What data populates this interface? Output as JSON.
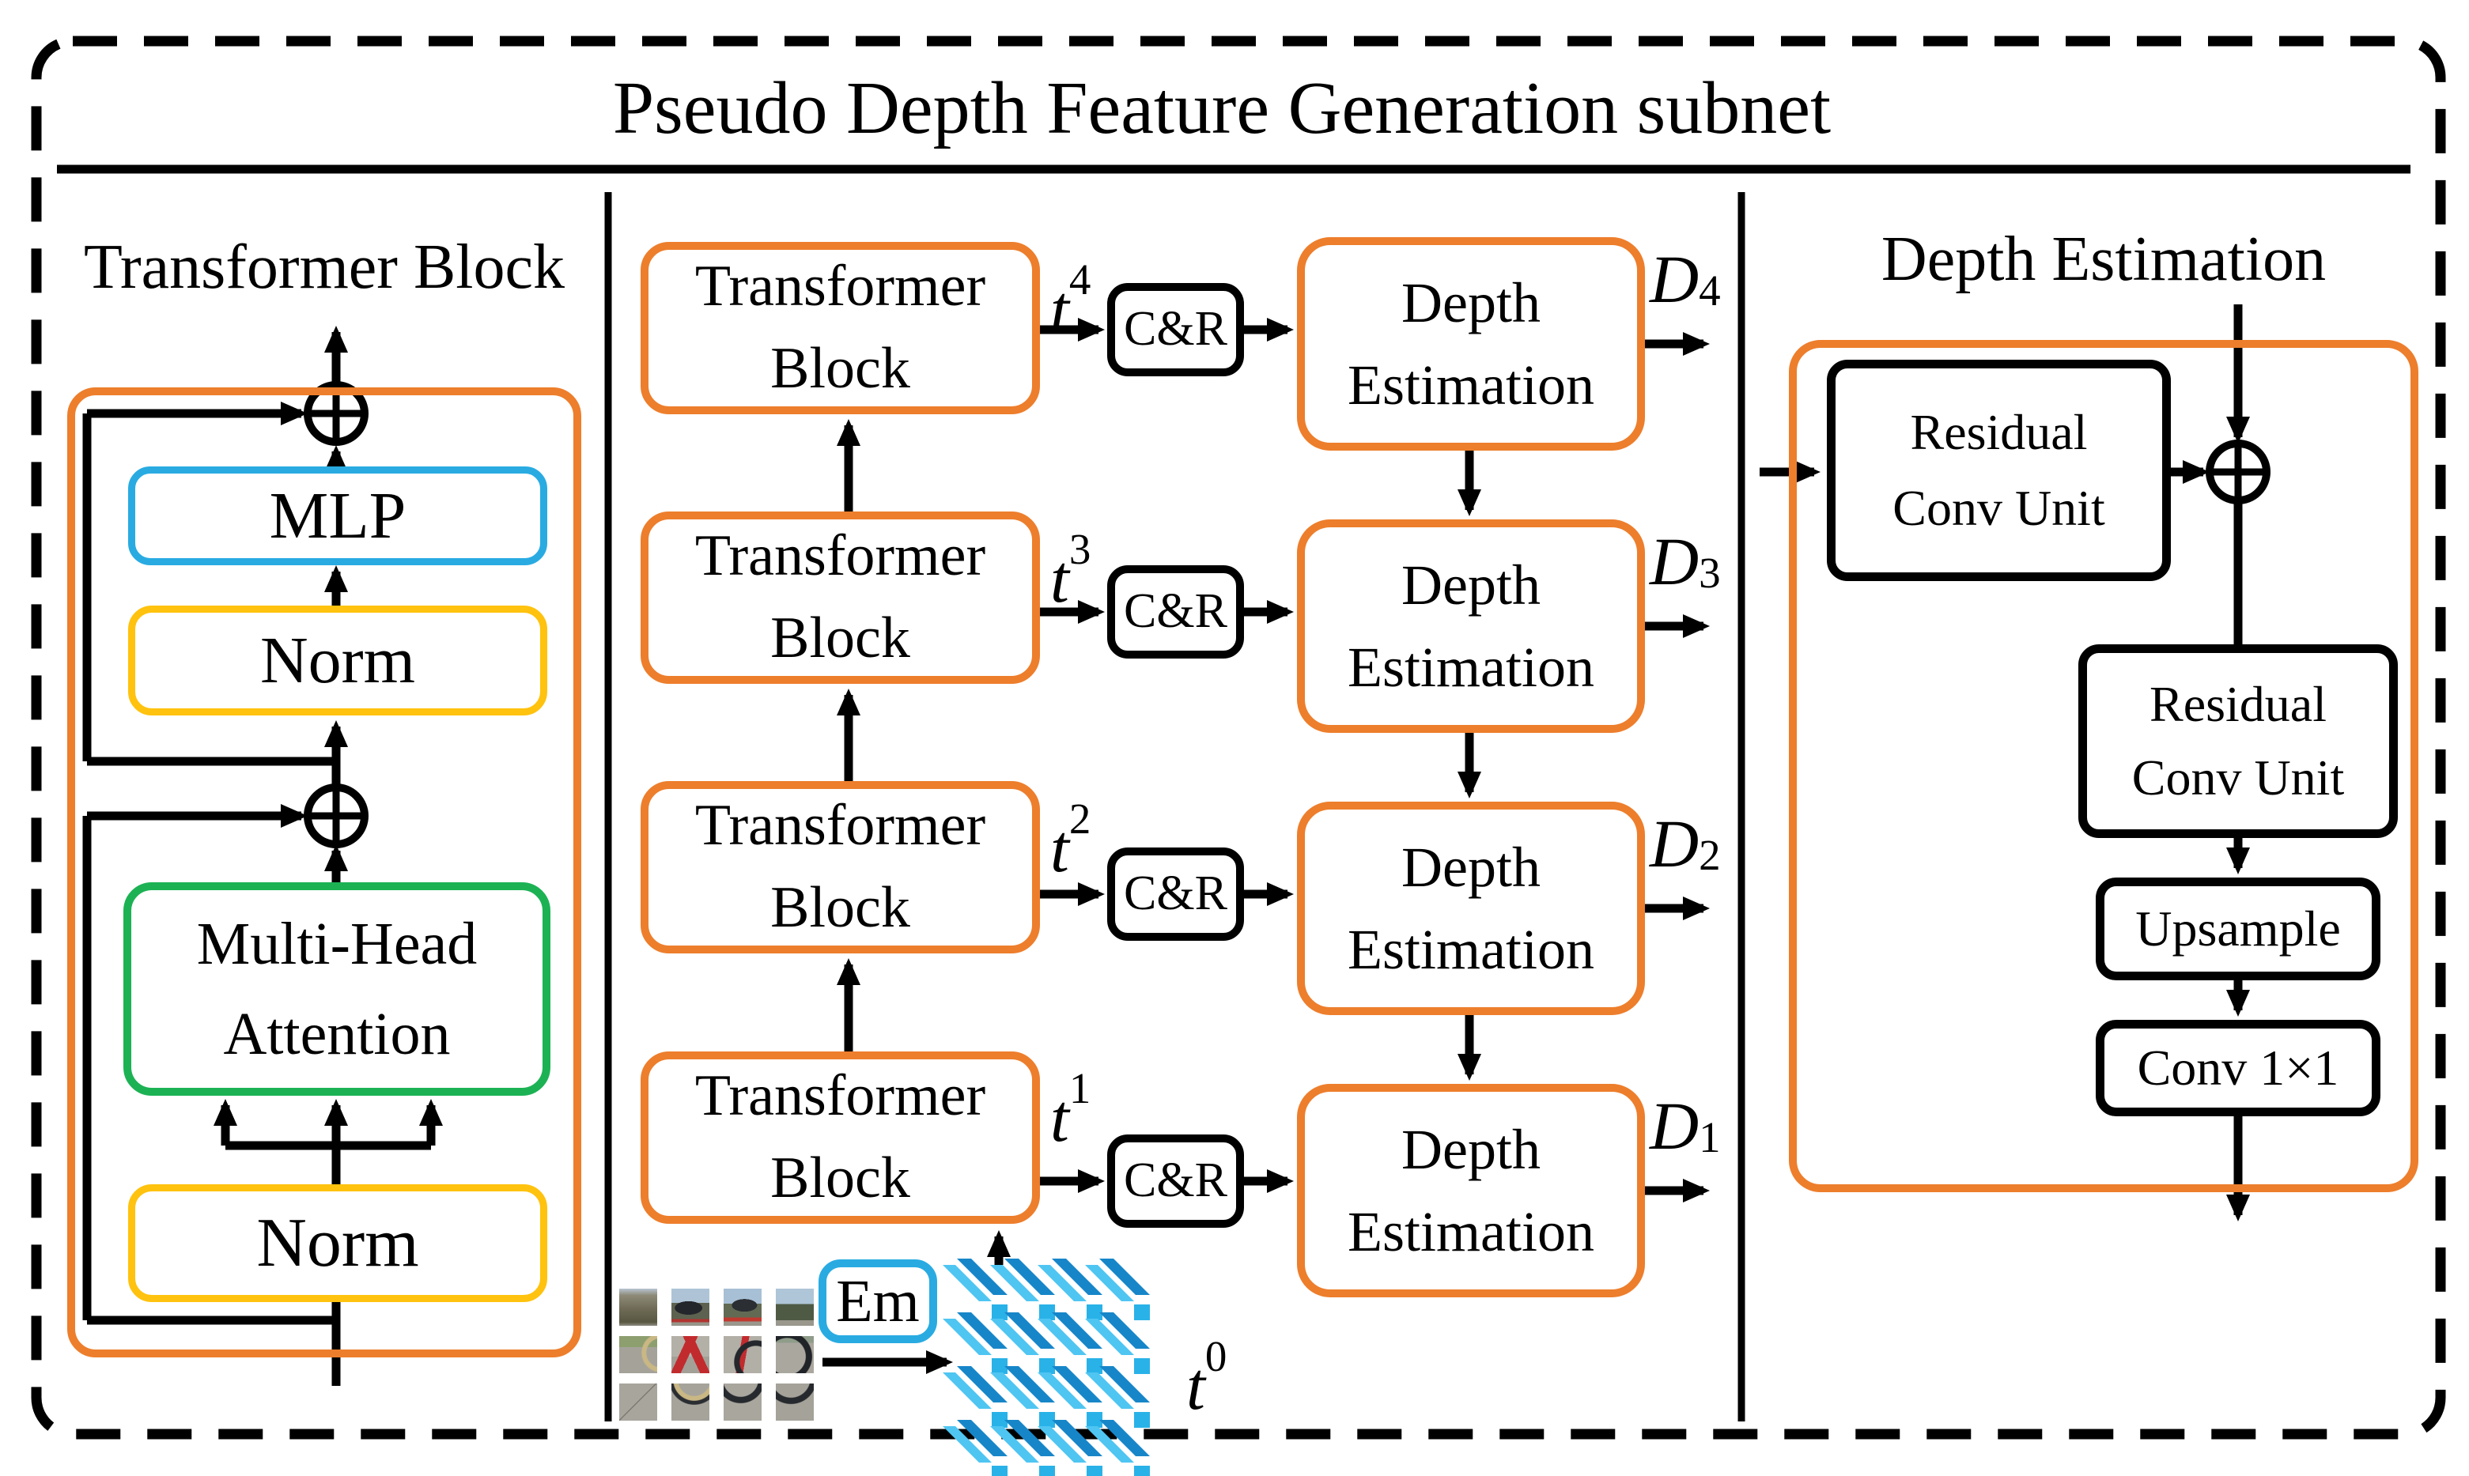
{
  "title": "Pseudo Depth Feature Generation subnet",
  "left_panel": {
    "heading": "Transformer Block",
    "mlp_label": "MLP",
    "norm_top_label": "Norm",
    "mha_line1": "Multi-Head",
    "mha_line2": "Attention",
    "norm_bottom_label": "Norm"
  },
  "middle": {
    "rows": [
      {
        "block_line1": "Transformer",
        "block_line2": "Block",
        "token_base": "t",
        "token_sup": "4",
        "cr_label": "C&R",
        "depth_line1": "Depth",
        "depth_line2": "Estimation",
        "output_base": "D",
        "output_sub": "4"
      },
      {
        "block_line1": "Transformer",
        "block_line2": "Block",
        "token_base": "t",
        "token_sup": "3",
        "cr_label": "C&R",
        "depth_line1": "Depth",
        "depth_line2": "Estimation",
        "output_base": "D",
        "output_sub": "3"
      },
      {
        "block_line1": "Transformer",
        "block_line2": "Block",
        "token_base": "t",
        "token_sup": "2",
        "cr_label": "C&R",
        "depth_line1": "Depth",
        "depth_line2": "Estimation",
        "output_base": "D",
        "output_sub": "2"
      },
      {
        "block_line1": "Transformer",
        "block_line2": "Block",
        "token_base": "t",
        "token_sup": "1",
        "cr_label": "C&R",
        "depth_line1": "Depth",
        "depth_line2": "Estimation",
        "output_base": "D",
        "output_sub": "1"
      }
    ],
    "em_label": "Em",
    "t0_base": "t",
    "t0_sup": "0"
  },
  "right_panel": {
    "heading": "Depth Estimation",
    "rcu_top_line1": "Residual",
    "rcu_top_line2": "Conv Unit",
    "rcu_mid_line1": "Residual",
    "rcu_mid_line2": "Conv Unit",
    "upsample_label": "Upsample",
    "conv_label": "Conv 1×1"
  },
  "colors": {
    "orange": "#ED7E2C",
    "yellow": "#FFC20E",
    "green": "#1CB254",
    "blue": "#29ABE2",
    "token_light": "#4FC5F2",
    "token_dark": "#1786C9",
    "token_mid": "#29B2E8",
    "line": "#000000"
  }
}
